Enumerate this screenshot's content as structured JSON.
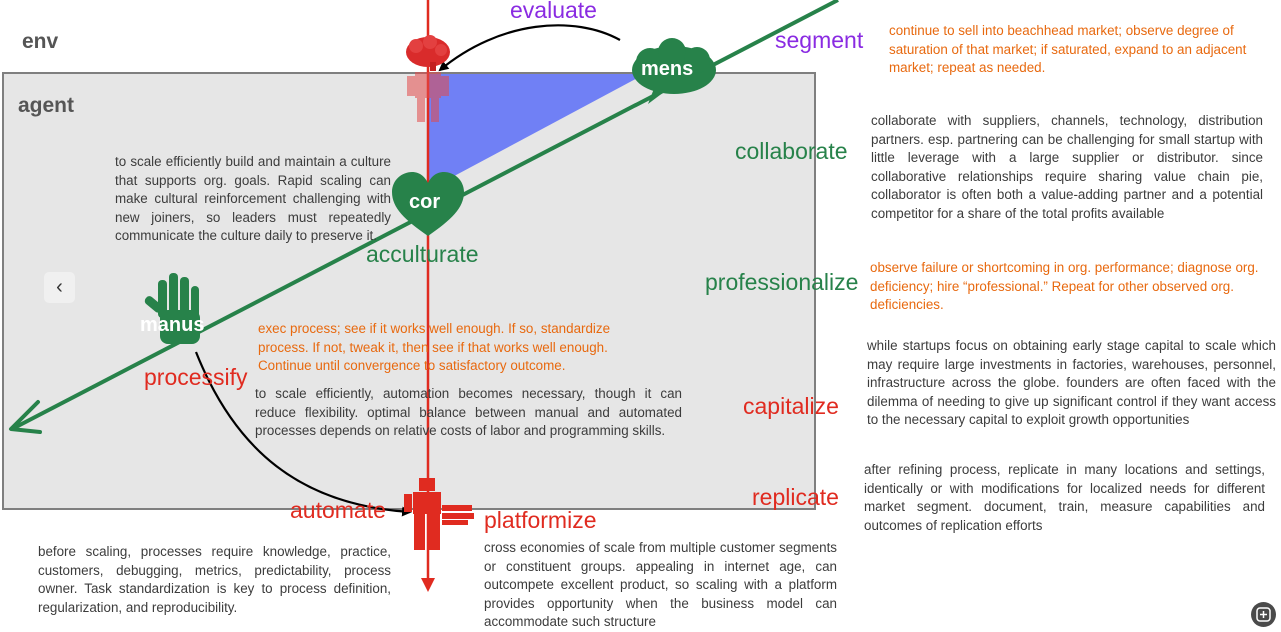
{
  "labels": {
    "env": "env",
    "agent": "agent",
    "evaluate": "evaluate",
    "segment": "segment",
    "mens": "mens",
    "cor": "cor",
    "manus": "manus",
    "collaborate": "collaborate",
    "acculturate": "acculturate",
    "professionalize": "professionalize",
    "processify": "processify",
    "capitalize": "capitalize",
    "replicate": "replicate",
    "automate": "automate",
    "platformize": "platformize"
  },
  "paragraphs": {
    "segment": "continue to sell into beachhead market; observe degree of saturation of that market; if saturated, expand to an adjacent market; repeat as needed.",
    "collaborate": "collaborate with suppliers, channels, technology, distribution partners. esp. partnering can be challenging for small startup with little leverage with a large supplier or distributor. since collaborative relationships require sharing value chain pie, collaborator is often both a value-adding partner and a potential competitor for a share of the total profits available",
    "acculturate": "to scale efficiently build and maintain a culture that supports org. goals. Rapid scaling can make cultural reinforcement challenging with new joiners, so leaders must repeatedly communicate the culture daily to preserve it.",
    "professionalize": "observe failure or shortcoming in org. performance; diagnose org. deficiency; hire “professional.”  Repeat for other observed org. deficiencies.",
    "processify": "exec process; see if it works well enough. If so, standardize process. If not, tweak it, then see if that works well enough. Continue until convergence to satisfactory outcome.",
    "automate": "to scale efficiently, automation becomes necessary, though it can reduce flexibility. optimal balance between manual and automated processes depends on relative costs of labor and programming skills.",
    "capitalize": "while startups focus on obtaining early stage capital to scale which may require large investments in factories, warehouses, personnel, infrastructure across the globe. founders are often faced with the dilemma of needing to give up significant control if they want access to the necessary capital to exploit growth opportunities",
    "replicate": "after refining process, replicate in many locations and settings, identically or with modifications for localized needs for different market segment. document, train, measure capabilities and outcomes of replication efforts",
    "standardize": "before scaling, processes require knowledge, practice, customers, debugging, metrics, predictability, process owner. Task standardization is key to process definition, regularization, and reproducibility.",
    "platformize": "cross economies of scale from multiple customer segments or constituent groups. appealing in internet age, can outcompete excellent product, so scaling with a platform provides opportunity when the business model can accommodate such structure"
  },
  "icons": {
    "brain": "brain-icon",
    "heart": "heart-icon",
    "hand": "hand-icon",
    "robot": "robot-icon",
    "nav_prev": "chevron-left-icon",
    "corner": "screenshot-icon"
  },
  "nav": {
    "prev_glyph": "‹"
  },
  "colors": {
    "green": "#27824a",
    "red": "#e02b20",
    "purple": "#8a2be2",
    "orange": "#e8690f",
    "blue_triangle": "#7080f5",
    "agent_bg": "#e6e6e6"
  }
}
